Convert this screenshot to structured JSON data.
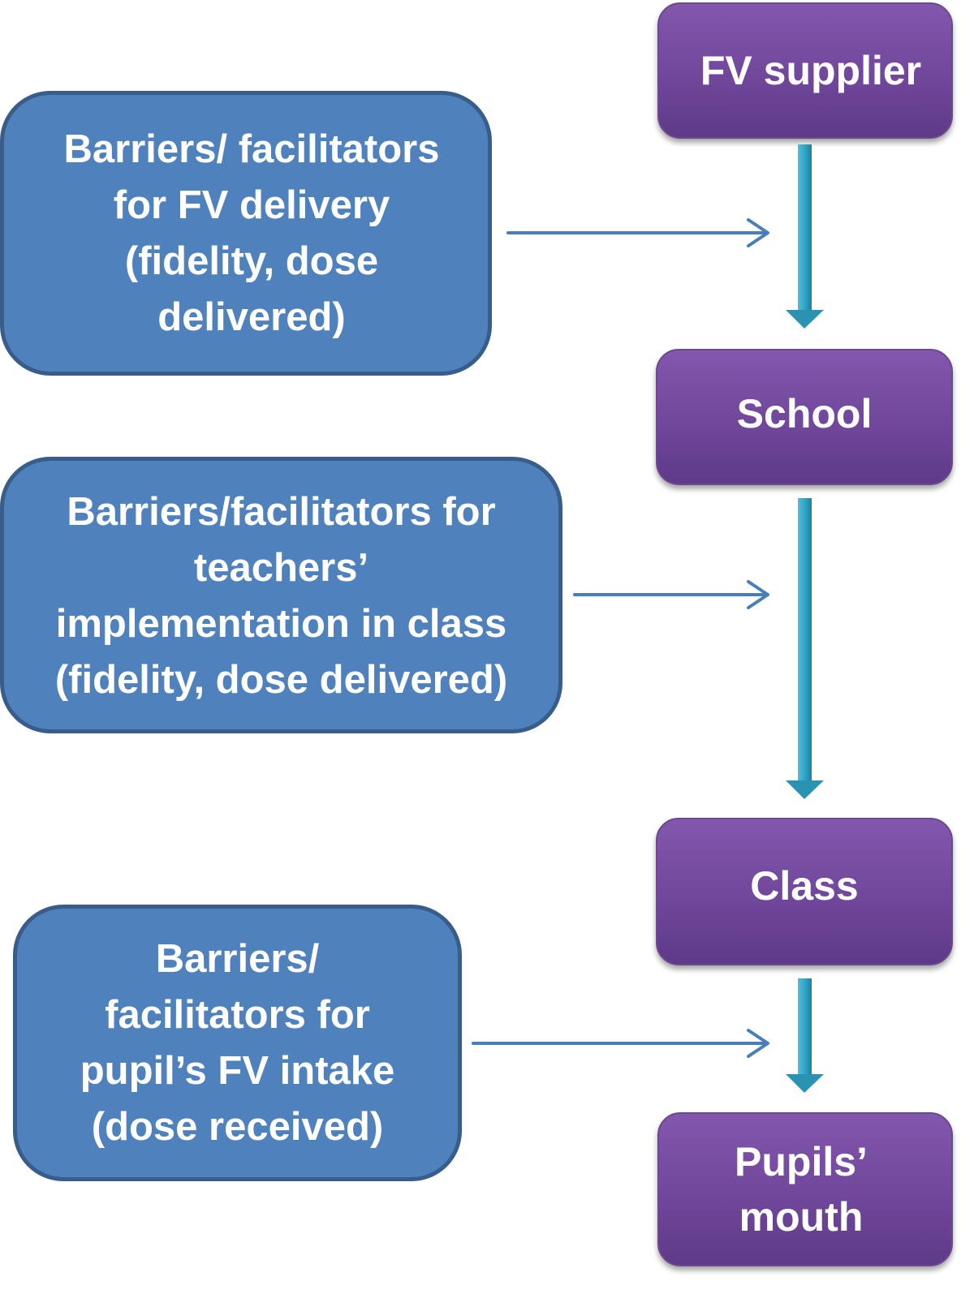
{
  "diagram": {
    "flow_nodes": [
      {
        "id": "fv-supplier",
        "label": "FV supplier"
      },
      {
        "id": "school",
        "label": "School"
      },
      {
        "id": "class",
        "label": "Class"
      },
      {
        "id": "pupils-mouth",
        "label": "Pupils’\nmouth"
      }
    ],
    "factor_boxes": [
      {
        "id": "fv-delivery",
        "label": "Barriers/ facilitators\nfor FV delivery\n(fidelity, dose\ndelivered)"
      },
      {
        "id": "teachers-implementation",
        "label": "Barriers/facilitators for\nteachers’\nimplementation in class\n(fidelity, dose delivered)"
      },
      {
        "id": "pupil-intake",
        "label": "Barriers/\nfacilitators for\npupil’s FV intake\n(dose received)"
      }
    ],
    "colors": {
      "factor_fill": "#4f81bd",
      "factor_border": "#385d8a",
      "node_fill_top": "#8257ad",
      "node_fill_bottom": "#5f3a88",
      "flow_arrow": "#31a5c6",
      "pointer_arrow": "#4a7ebb"
    }
  }
}
